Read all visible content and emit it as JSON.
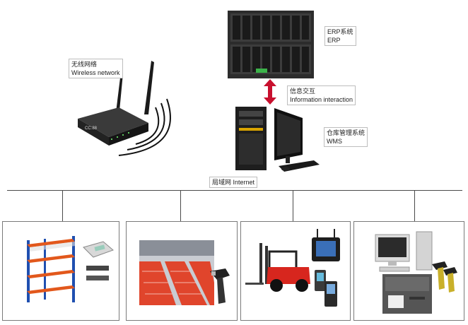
{
  "labels": {
    "wireless": {
      "cn": "无线网络",
      "en": "Wireless network"
    },
    "erp": {
      "cn": "ERP系统",
      "en": "ERP"
    },
    "interaction": {
      "cn": "信息交互",
      "en": "Information interaction"
    },
    "wms": {
      "cn": "仓库管理系统",
      "en": "WMS"
    },
    "network": {
      "text": "局域网 Internet"
    }
  },
  "router": {
    "brand": "CC:88"
  },
  "colors": {
    "arrow": "#c8102e",
    "forklift": "#d7261e",
    "rack_frame": "#1f4fb0",
    "rack_beam": "#e2581c",
    "conveyor": "#e0452c"
  }
}
